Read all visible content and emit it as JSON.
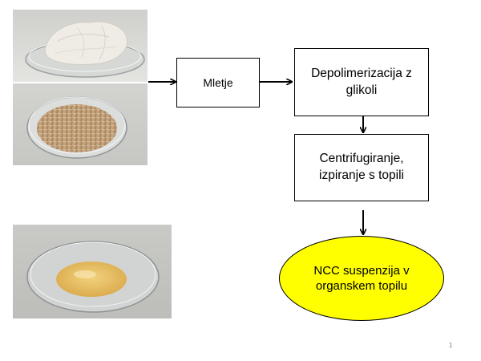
{
  "diagram": {
    "steps": {
      "milling": "Mletje",
      "depolymerization": "Depolimerizacija z glikoli",
      "centrifugation": "Centrifugiranje, izpiranje s topili",
      "result": "NCC suspenzija v organskem topilu"
    },
    "colors": {
      "result_fill": "#ffff00",
      "box_border": "#000000",
      "arrow": "#000000"
    }
  },
  "photos": [
    {
      "name": "photo-raw-cotton",
      "icon": "petri-dish-cotton"
    },
    {
      "name": "photo-milled-material",
      "icon": "petri-dish-milled"
    },
    {
      "name": "photo-ncc-suspension",
      "icon": "petri-dish-suspension"
    }
  ],
  "page_number": "1"
}
